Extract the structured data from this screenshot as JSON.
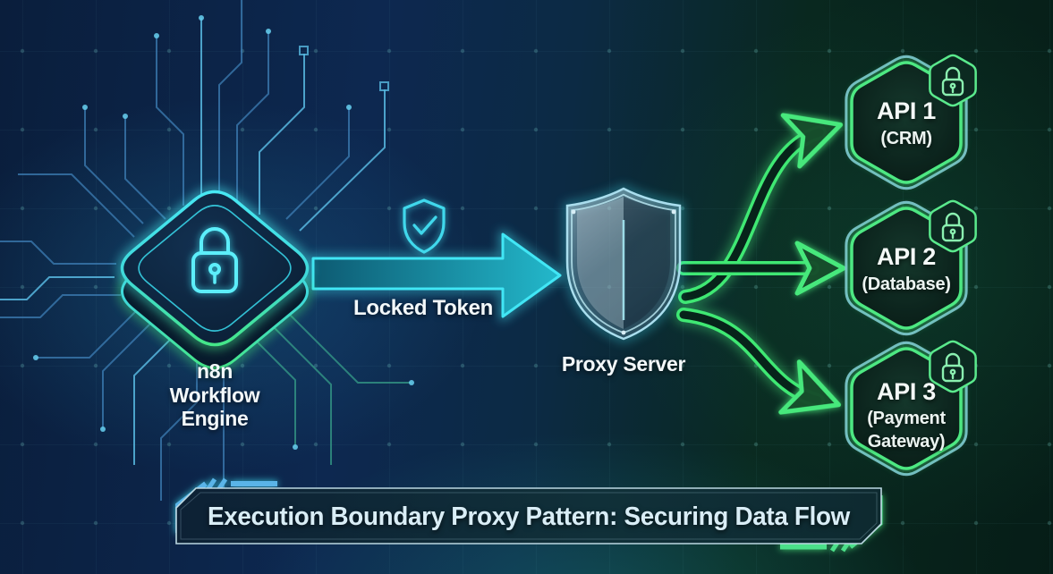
{
  "colors": {
    "cyan_accent": "#3fe2f2",
    "green_accent": "#46e87c",
    "pale_stroke": "#8fd0e0",
    "text": "#f2f7f9",
    "banner_text": "#d9edf6",
    "bg_left": "#0c2547",
    "bg_right": "#071f19"
  },
  "icons": {
    "workflow_lock": "lock-icon",
    "token_shield_check": "shield-check-icon",
    "proxy_shield": "shield-icon",
    "api_lock_badge": "lock-badge-icon"
  },
  "workflow_engine": {
    "line1": "n8n",
    "line2": "Workflow",
    "line3": "Engine"
  },
  "token_flow": {
    "label": "Locked Token"
  },
  "proxy": {
    "label": "Proxy Server"
  },
  "apis": [
    {
      "title": "API 1",
      "subtitle": "(CRM)"
    },
    {
      "title": "API 2",
      "subtitle": "(Database)"
    },
    {
      "title": "API 3",
      "subtitle_line1": "(Payment",
      "subtitle_line2": "Gateway)"
    }
  ],
  "banner": {
    "title": "Execution Boundary Proxy Pattern: Securing Data Flow"
  }
}
